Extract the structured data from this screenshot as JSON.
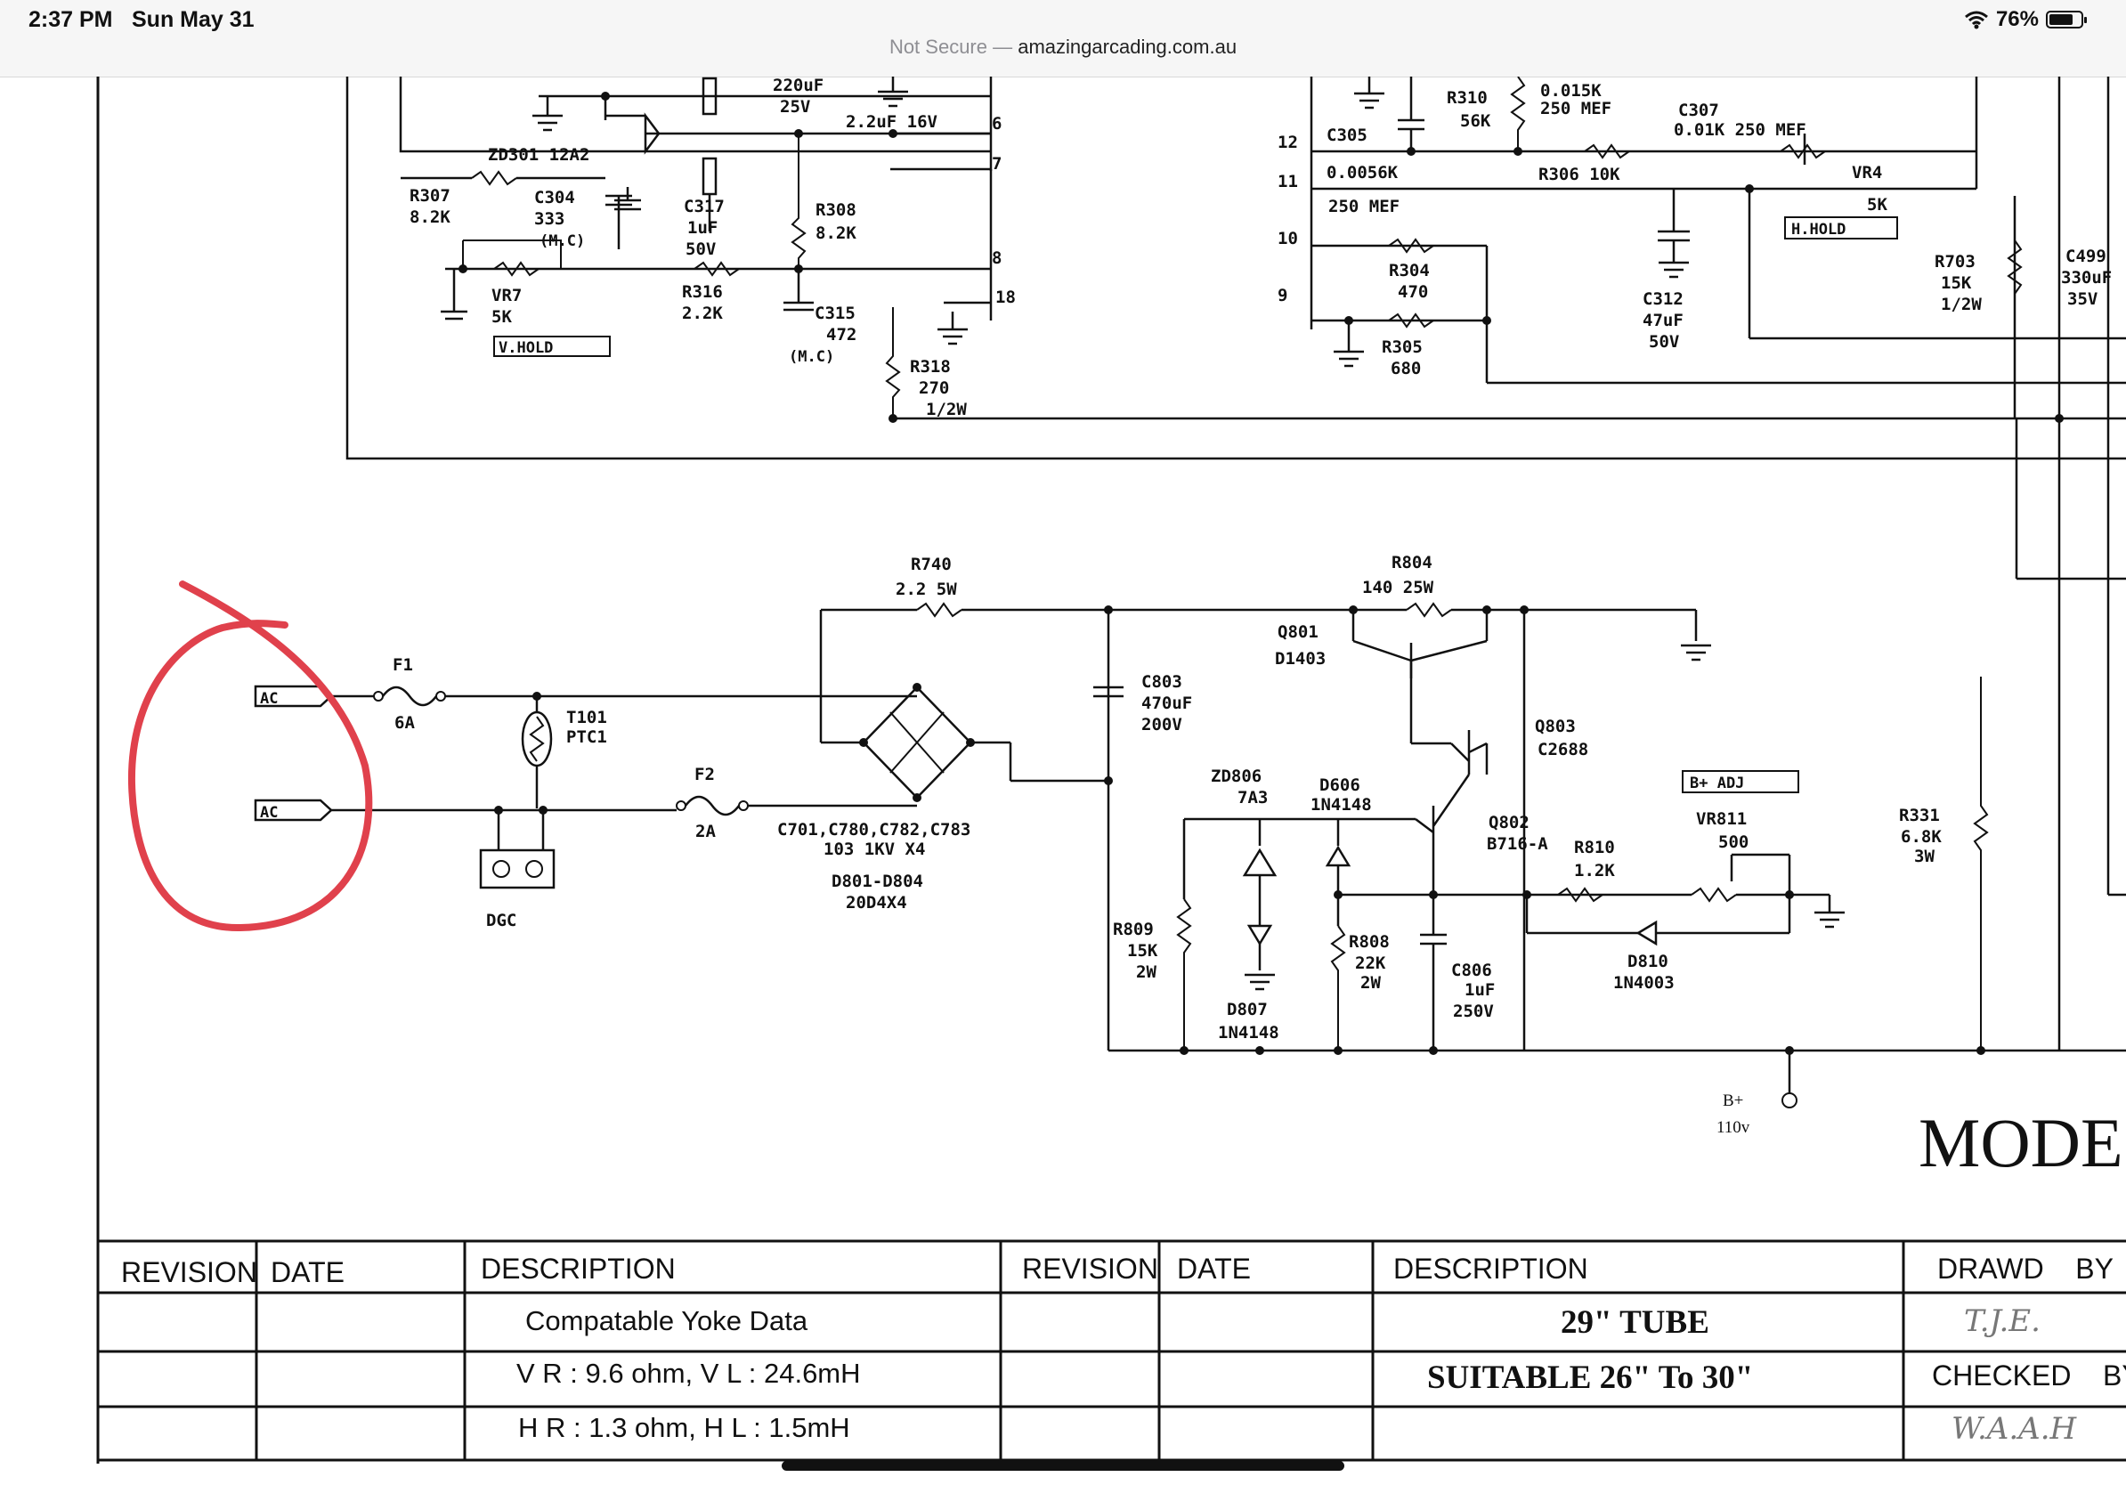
{
  "status_bar": {
    "time": "2:37 PM",
    "date": "Sun May 31",
    "security": "Not Secure",
    "separator": "—",
    "domain": "amazingarcading.com.au",
    "battery": "76%",
    "battery_level": 0.76,
    "icons": [
      "wifi-icon",
      "battery-icon"
    ]
  },
  "schematic": {
    "vert_section": {
      "c_220uf": "220uF",
      "c_220uf_v": "25V",
      "c_22uf": "2.2uF  16V",
      "zd301": "ZD301 12A2",
      "r307": "R307",
      "r307_v": "8.2K",
      "c304": "C304",
      "c304_v": "333",
      "c304_t": "(M.C)",
      "c317": "C317",
      "c317_v": "1uF",
      "c317_vv": "50V",
      "r308": "R308",
      "r308_v": "8.2K",
      "vr7": "VR7",
      "vr7_v": "5K",
      "r316": "R316",
      "r316_v": "2.2K",
      "c315": "C315",
      "c315_v": "472",
      "c315_t": "(M.C)",
      "v_hold": "V.HOLD",
      "r318": "R318",
      "r318_v": "270",
      "r318_w": "1/2W",
      "pin6": "6",
      "pin7": "7",
      "pin8": "8",
      "pin18": "18"
    },
    "horiz_section": {
      "pin12": "12",
      "pin11": "11",
      "pin10": "10",
      "pin9": "9",
      "c305": "C305",
      "c305_v": "0.0056K",
      "c305_t": "250 MEF",
      "r310": "R310",
      "r310_v": "56K",
      "c_015k": "0.015K",
      "c_015k_t": "250 MEF",
      "c307": "C307",
      "c307_v": "0.01K  250 MEF",
      "r306": "R306  10K",
      "vr4": "VR4",
      "vr4_v": "5K",
      "h_hold": "H.HOLD",
      "r304": "R304",
      "r304_v": "470",
      "r305": "R305",
      "r305_v": "680",
      "c312": "C312",
      "c312_v": "47uF",
      "c312_vv": "50V",
      "r703": "R703",
      "r703_v": "15K",
      "r703_w": "1/2W",
      "c499": "C499",
      "c499_v": "330uF",
      "c499_vv": "35V"
    },
    "power_section": {
      "ac1": "AC",
      "ac2": "AC",
      "f1": "F1",
      "f1_v": "6A",
      "f2": "F2",
      "f2_v": "2A",
      "t101": "T101",
      "t101_v": "PTC1",
      "dgc": "DGC",
      "r740": "R740",
      "r740_v": "2.2   5W",
      "bridge": "C701,C780,C782,C783",
      "bridge_v": "103   1KV X4",
      "diodes": "D801-D804",
      "diodes_v": "20D4X4",
      "c803": "C803",
      "c803_v": "470uF",
      "c803_vv": "200V",
      "r804": "R804",
      "r804_v": "140  25W",
      "q801": "Q801",
      "q801_v": "D1403",
      "q803": "Q803",
      "q803_v": "C2688",
      "zd806": "ZD806",
      "zd806_v": "7A3",
      "d606": "D606",
      "d606_v": "1N4148",
      "q802": "Q802",
      "q802_v": "B716-A",
      "r810": "R810",
      "r810_v": "1.2K",
      "b_adj": "B+ ADJ",
      "vr811": "VR811",
      "vr811_v": "500",
      "r331": "R331",
      "r331_v": "6.8K",
      "r331_w": "3W",
      "r809": "R809",
      "r809_v": "15K",
      "r809_w": "2W",
      "r808": "R808",
      "r808_v": "22K",
      "r808_w": "2W",
      "c806": "C806",
      "c806_v": "1uF",
      "c806_vv": "250V",
      "d807": "D807",
      "d807_v": "1N4148",
      "d810": "D810",
      "d810_v": "1N4003",
      "b_plus": "B+",
      "b_plus_v": "110v"
    },
    "model_text": "MODE",
    "highlight_color": "#e0414c",
    "revision_table": {
      "headers": [
        "REVISION",
        "DATE",
        "DESCRIPTION",
        "REVISION",
        "DATE",
        "DESCRIPTION",
        "DRAWD    BY"
      ],
      "rows": [
        [
          "Compatable Yoke Data",
          "29\" TUBE",
          "T.J.E."
        ],
        [
          "V R : 9.6 ohm,  V L : 24.6mH",
          "SUITABLE 26\"  To 30\"",
          "CHECKED    BY"
        ],
        [
          "H R : 1.3 ohm,  H L : 1.5mH",
          "",
          "W.A.A.H"
        ]
      ]
    }
  }
}
